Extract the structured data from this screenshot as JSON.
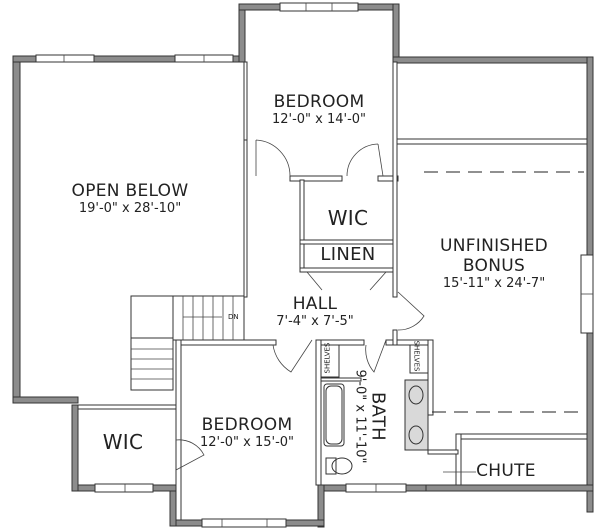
{
  "rooms": {
    "bedroom_top": {
      "name": "BEDROOM",
      "dims": "12'-0\" x 14'-0\""
    },
    "open_below": {
      "name": "OPEN BELOW",
      "dims": "19'-0\" x 28'-10\""
    },
    "wic_top": {
      "name": "WIC"
    },
    "linen": {
      "name": "LINEN"
    },
    "unfinished_bonus": {
      "name_line1": "UNFINISHED",
      "name_line2": "BONUS",
      "dims": "15'-11\" x 24'-7\""
    },
    "hall": {
      "name": "HALL",
      "dims": "7'-4\" x 7'-5\""
    },
    "bath": {
      "name": "BATH",
      "dims": "9'-0\" x 11'-10\""
    },
    "bedroom_bottom": {
      "name": "BEDROOM",
      "dims": "12'-0\" x 15'-0\""
    },
    "wic_bottom": {
      "name": "WIC"
    },
    "chute": {
      "name": "CHUTE"
    }
  },
  "annotations": {
    "stair_dn": "DN",
    "shelves_left": "SHELVES",
    "shelves_right": "SHELVES"
  },
  "colors": {
    "exterior_wall": "#8c8c8c",
    "outline": "#333333",
    "vanity": "#d9d9d9",
    "background": "#ffffff"
  }
}
